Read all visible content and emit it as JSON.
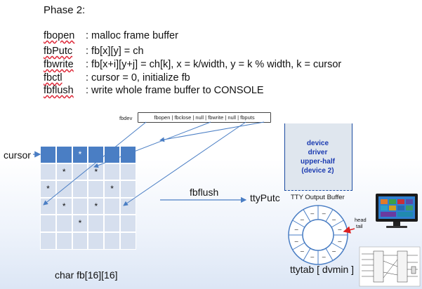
{
  "title": "Phase 2:",
  "definitions": [
    {
      "name": "fbopen",
      "desc": ": malloc frame buffer"
    },
    {
      "name": "fbPutc",
      "desc": ": fb[x][y] = ch"
    },
    {
      "name": "fbwrite",
      "desc": ": fb[x+i][y+j] = ch[k], x = k/width, y = k % width, k = cursor"
    },
    {
      "name": "fbctl",
      "desc": ": cursor = 0, initialize fb"
    },
    {
      "name": "fbflush",
      "desc": ": write whole frame buffer to CONSOLE"
    }
  ],
  "fbdev": {
    "label": "fbdev",
    "table": "fbopen | fbclose | null | fbwrite | null | fbputs"
  },
  "grid_stars": [
    [
      0,
      0,
      1,
      0,
      0,
      0
    ],
    [
      0,
      1,
      0,
      1,
      0,
      0
    ],
    [
      1,
      0,
      0,
      0,
      1,
      0
    ],
    [
      0,
      1,
      0,
      1,
      0,
      0
    ],
    [
      0,
      0,
      1,
      0,
      0,
      0
    ],
    [
      0,
      0,
      0,
      0,
      0,
      0
    ]
  ],
  "star_char": "*",
  "cursor_label": "cursor",
  "fb_label": "char fb[16][16]",
  "fbflush_label": "fbflush",
  "ttyputc_label": "ttyPutc",
  "device_box": {
    "line1": "device",
    "line2": "driver",
    "line3": "upper-half",
    "line4": "(device 2)"
  },
  "tty_buffer_label": "TTY Output Buffer",
  "head_label": "head",
  "tail_label": "tail",
  "ring_slot_char": "–",
  "ttytab_label": "ttytab [ dvmin ]"
}
